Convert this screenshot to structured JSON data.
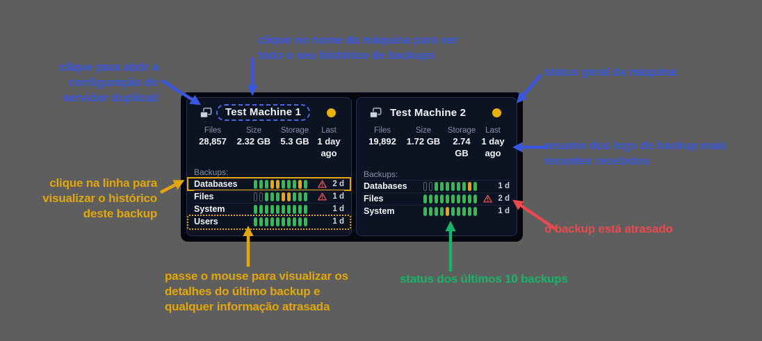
{
  "colors": {
    "annotation_blue": "#3b57e0",
    "annotation_yellow": "#e2a60e",
    "annotation_green": "#19b469",
    "annotation_red": "#e84a50",
    "bar_green": "#2abf4f",
    "bar_yellow": "#e7a60e",
    "status_dot": "#e9b10e",
    "warning_red": "#e05555"
  },
  "machines": [
    {
      "title": "Test Machine 1",
      "stats": [
        {
          "label": "Files",
          "value": "28,857"
        },
        {
          "label": "Size",
          "value": "2.32 GB"
        },
        {
          "label": "Storage",
          "value": "5.3 GB"
        },
        {
          "label": "Last",
          "value": "1 day ago"
        }
      ],
      "backups_label": "Backups:",
      "backups": [
        {
          "name": "Databases",
          "bars": [
            "g",
            "g",
            "g",
            "y",
            "y",
            "g",
            "g",
            "g",
            "y",
            "g"
          ],
          "warning": true,
          "age": "2 d",
          "highlight": "solid"
        },
        {
          "name": "Files",
          "bars": [
            "e",
            "e",
            "g",
            "g",
            "g",
            "y",
            "y",
            "g",
            "g",
            "g"
          ],
          "warning": true,
          "age": "1 d",
          "highlight": ""
        },
        {
          "name": "System",
          "bars": [
            "g",
            "g",
            "g",
            "g",
            "g",
            "g",
            "g",
            "g",
            "g",
            "g"
          ],
          "warning": false,
          "age": "1 d",
          "highlight": ""
        },
        {
          "name": "Users",
          "bars": [
            "g",
            "g",
            "g",
            "g",
            "g",
            "g",
            "g",
            "g",
            "g",
            "g"
          ],
          "warning": false,
          "age": "1 d",
          "highlight": "dotted"
        }
      ]
    },
    {
      "title": "Test Machine 2",
      "stats": [
        {
          "label": "Files",
          "value": "19,892"
        },
        {
          "label": "Size",
          "value": "1.72 GB"
        },
        {
          "label": "Storage",
          "value": "2.74 GB"
        },
        {
          "label": "Last",
          "value": "1 day ago"
        }
      ],
      "backups_label": "Backups:",
      "backups": [
        {
          "name": "Databases",
          "bars": [
            "e",
            "e",
            "g",
            "g",
            "g",
            "g",
            "g",
            "g",
            "y",
            "g"
          ],
          "warning": false,
          "age": "1 d",
          "highlight": ""
        },
        {
          "name": "Files",
          "bars": [
            "g",
            "g",
            "g",
            "g",
            "g",
            "g",
            "g",
            "g",
            "g",
            "g"
          ],
          "warning": true,
          "age": "2 d",
          "highlight": ""
        },
        {
          "name": "System",
          "bars": [
            "g",
            "g",
            "g",
            "g",
            "y",
            "g",
            "g",
            "g",
            "g",
            "g"
          ],
          "warning": false,
          "age": "1 d",
          "highlight": ""
        }
      ]
    }
  ],
  "annotations": {
    "machine_name": {
      "lines": [
        "clique no nome da máquina para ver",
        "todo o seu histórico de backups"
      ]
    },
    "server_config": {
      "lines": [
        "clique para abrir a",
        "configuração do",
        "servidor duplicatí"
      ]
    },
    "machine_status": {
      "lines": [
        "status geral da máquina"
      ]
    },
    "logs_summary": {
      "lines": [
        "resumo dos logs de backup mais",
        "recentes recebidos"
      ]
    },
    "row_click": {
      "lines": [
        "clique na linha para",
        "visualizar o histórico",
        "deste backup"
      ]
    },
    "hover_details": {
      "lines": [
        "passe o mouse para visualizar os",
        "detalhes do último backup e",
        "qualquer informação atrasada"
      ]
    },
    "last_backups": {
      "lines": [
        "status dos últimos 10 backups"
      ]
    },
    "backup_late": {
      "lines": [
        "o backup está atrasado"
      ]
    }
  }
}
